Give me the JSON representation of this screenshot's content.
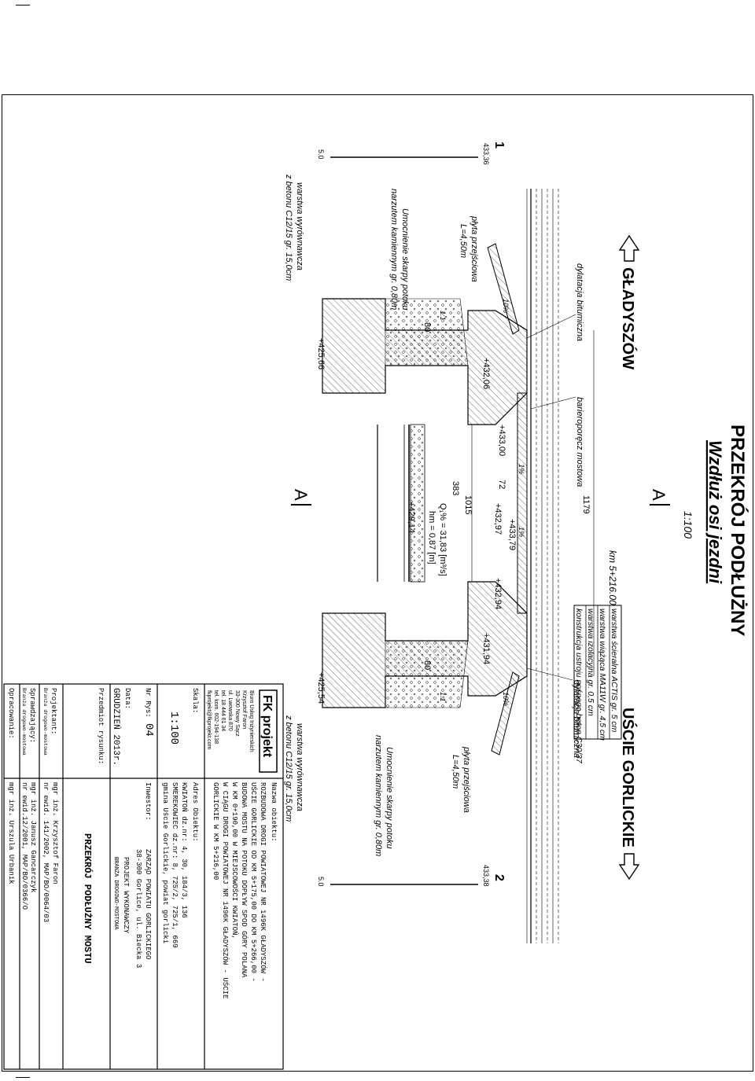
{
  "title": {
    "main": "PRZEKRÓJ PODŁUŻNY",
    "sub": "Wzdłuż osi jezdni",
    "scale": "1:100"
  },
  "directions": {
    "left": "GŁADYSZÓW",
    "right": "UŚCIE GORLICKIE"
  },
  "section_marks": {
    "a": "A"
  },
  "deck_layers": [
    "warstwa ścieralna ACTIS gr. 5 cm",
    "warstwa wiążąca MA11W gr. 4,5 cm",
    "warstwa izolacyjna gr. 0,5 cm",
    "konstrukcja ustroju nośnego beton C30/37"
  ],
  "chainage": "km 5+216.00",
  "elevations": {
    "e1": "+433,79",
    "e2": "+432,97",
    "e3": "+432,94",
    "e4": "+433,00",
    "e5": "+432,06",
    "e6": "+431,94",
    "e7": "+429,14",
    "e8": "+425,66",
    "e9": "+425,54"
  },
  "dimensions": {
    "d1": "1179",
    "d2": "1015",
    "d3": "383",
    "d4": "72",
    "d5": "80",
    "d6": "80"
  },
  "slopes": {
    "s1": "1%",
    "s2": "1%",
    "s3": "10%",
    "s4": "10%",
    "s5": "1:1",
    "s6": "1:1"
  },
  "hydraulics": {
    "q": "Q₁% = 31,83 [m³/s]",
    "hm": "hm = 0,87 [m]"
  },
  "annotations": {
    "barrier": "barieroporęcz mostowa",
    "joint_left": "dylatacja bitumiczna",
    "joint_right": "dylatacja bitumiczna",
    "plate_left_1": "płyta przejściowa",
    "plate_left_2": "L=4,50m",
    "plate_right_1": "płyta przejściowa",
    "plate_right_2": "L=4,50m",
    "slope_left_1": "Umocnienie skarpy potoku",
    "slope_left_2": "narzutem kamiennym gr. 0,80m",
    "slope_right_1": "Umocnienie skarpy potoku",
    "slope_right_2": "narzutem kamiennym gr. 0,80m",
    "lean_left_1": "warstwa wyrównawcza",
    "lean_left_2": "z betonu C12/15 gr. 15,0cm",
    "lean_right_1": "warstwa wyrównawcza",
    "lean_right_2": "z betonu C12/15 gr. 15,0cm"
  },
  "boreholes": [
    {
      "number": "1",
      "elevation": "433,36",
      "depth": "5.0"
    },
    {
      "number": "2",
      "elevation": "433,38",
      "depth": "5.0"
    }
  ],
  "titleblock": {
    "firm_logo": "FK projekt",
    "firm_info": [
      "Biuro Usług Inżynierskich",
      "Krzysztof Faron",
      "33-300 Nowy Sącz",
      "ul. Lwowska 870",
      "tel. 18 444 61 34",
      "tel. kom. 602-194-138",
      "fkprojekt@fkprojekt.com"
    ],
    "skala_label": "Skala:",
    "skala_value": "1:100",
    "nr_label": "Nr Rys:",
    "nr_value": "04",
    "data_label": "Data:",
    "data_value": "GRUDZIEŃ 2013r.",
    "nazwa_label": "Nazwa obiektu:",
    "nazwa_lines": [
      "ROZBUDOWA DROGI POWIATOWEJ NR 1496K GŁADYSZÓW -",
      "UŚCIE GORLICKIE  OD KM 5+175,00 DO KM 5+266,00  -",
      "BUDOWA MOSTU NA POTOKU DOPŁYW SPOD GÓRY POLANA",
      "W KM 0+190,00 W MIEJSCOWOŚCI KWIATOŃ,",
      "W CIĄGU DROGI POWIATOWEJ NR 1496K GŁADYSZÓW - UŚCIE",
      "GORLICKIE W KM 5+216,00"
    ],
    "adres_label": "Adres Obiektu:",
    "adres_lines": [
      "KWIATOŃ dz.nr: 4, 30, 184/3, 136",
      "SMEREKOWIEC dz.nr: 8, 725/2, 725/1, 669",
      "gmina Uście Gorlickie, powiat gorlicki"
    ],
    "inwestor_label": "Inwestor:",
    "inwestor_lines": [
      "ZARZĄD POWIATU GORLICKIEGO",
      "38-300 Gorlice, ul. Biecka 3"
    ],
    "etap_lines": [
      "PROJEKT WYKONAWCZY",
      "BRANŻA DROGOWO-MOSTOWA"
    ],
    "przedmiot_label": "Przedmiot rysunku:",
    "przedmiot_value": "PRZEKRÓJ PODŁUŻNY MOSTU",
    "projektant_label": "Projektant:",
    "projektant_sub": "Branża drogowo-mostowa",
    "projektant_lines": [
      "mgr inż. Krzysztof Faron",
      "nr ewid. 141/2002, MAP/BO/0064/03"
    ],
    "sprawdzajacy_label": "Sprawdzający:",
    "sprawdzajacy_sub": "Branża drogowo-mostowa",
    "sprawdzajacy_lines": [
      "mgr inż. Janusz Gancarczyk",
      "nr ewid.12/2001, MAP/BO/0366/O"
    ],
    "opracowanie_label": "Opracowanie:",
    "opracowanie_value": "mgr inż. Urszula Urbanik"
  }
}
